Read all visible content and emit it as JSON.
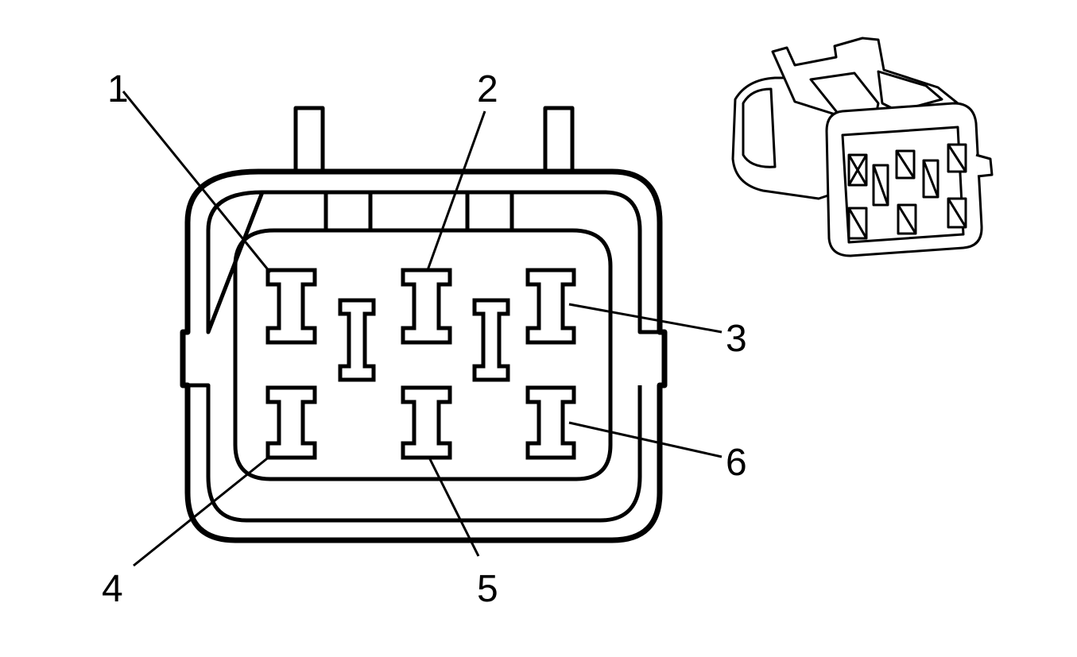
{
  "diagram": {
    "connector_face": {
      "pin_labels": [
        "1",
        "2",
        "3",
        "4",
        "5",
        "6"
      ]
    },
    "connector_3d_view": {
      "icon": "connector-isometric-icon"
    }
  }
}
